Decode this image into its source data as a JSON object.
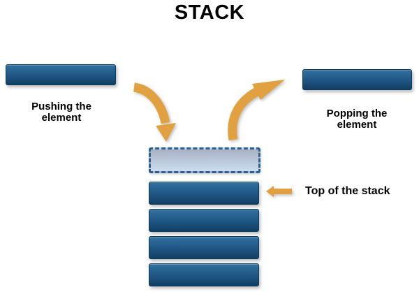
{
  "title": "STACK",
  "labels": {
    "push": "Pushing the\nelement",
    "pop": "Popping the\nelement",
    "top_of_stack": "Top of the stack"
  },
  "stack": {
    "solid_element_count": 4,
    "incoming_element_count": 1,
    "incoming_border_style": "dashed"
  },
  "icons": {
    "push_arrow": "curved-down-arrow",
    "pop_arrow": "curved-up-arrow",
    "top_pointer": "left-arrow"
  },
  "colors": {
    "element_gradient_top": "#33719f",
    "element_gradient_mid": "#235d8c",
    "element_gradient_bottom": "#123f63",
    "element_border": "#0b3a5d",
    "incoming_gradient_top": "#a9b2c3",
    "incoming_gradient_bottom": "#cbddf1",
    "incoming_border": "#2d5f90",
    "arrow_orange": "#e2a141",
    "title_text": "#000000"
  }
}
